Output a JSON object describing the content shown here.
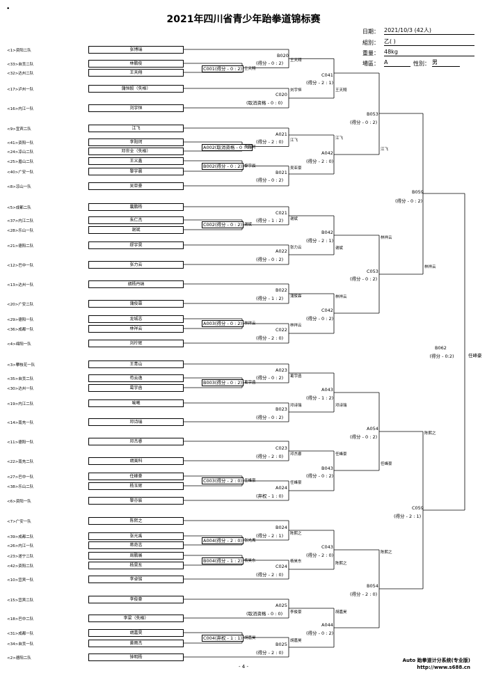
{
  "title": "2021年四川省青少年跆拳道锦标赛",
  "info": {
    "date_label": "日期：",
    "date_value": "2021/10/3 (42人)",
    "group_label": "組別：",
    "group_value": "乙( )",
    "weight_label": "重量：",
    "weight_value": "48kg",
    "court_label": "場區：",
    "court_value": "A",
    "gender_label": "性別：",
    "gender_value": "男"
  },
  "seeds": [
    {
      "seed": "<1>资阳二队",
      "name": "张博瑞"
    },
    {
      "seed": "<33>自贡二队",
      "name": "林鹏俊"
    },
    {
      "seed": "<32>达州二队",
      "name": "王天翔"
    },
    {
      "seed": "<17>泸州一队",
      "name": "蒲恒毅（失格）"
    },
    {
      "seed": "<16>内江一队",
      "name": "刘宇恒"
    },
    {
      "seed": "<9>宜宾二队",
      "name": "江飞"
    },
    {
      "seed": "<41>资阳一队",
      "name": "李阳珂"
    },
    {
      "seed": "<24>凉山二队",
      "name": "邓世全（失格）"
    },
    {
      "seed": "<25>眉山二队",
      "name": "王义鑫"
    },
    {
      "seed": "<40>广安一队",
      "name": "黎宇晨"
    },
    {
      "seed": "<8>凉山一队",
      "name": "吴亚豪"
    },
    {
      "seed": "<5>成都二队",
      "name": "曩鹏杨"
    },
    {
      "seed": "<37>内江二队",
      "name": "朱仁杰"
    },
    {
      "seed": "<28>乐山一队",
      "name": "谢斌"
    },
    {
      "seed": "<21>德阳二队",
      "name": "缪宇昊"
    },
    {
      "seed": "<12>巴中一队",
      "name": "张力云"
    },
    {
      "seed": "<13>达州一队",
      "name": "胡杨丹纳"
    },
    {
      "seed": "<20>广安二队",
      "name": "蒲俊霖"
    },
    {
      "seed": "<29>德阳一队",
      "name": "龙城志"
    },
    {
      "seed": "<36>成都一队",
      "name": "林祥云"
    },
    {
      "seed": "<4>绵阳一队",
      "name": "刘柠辉"
    },
    {
      "seed": "<3>攀枝花一队",
      "name": "王青山"
    },
    {
      "seed": "<35>自贡二队",
      "name": "苟云逸"
    },
    {
      "seed": "<30>达州一队",
      "name": "葛宇函"
    },
    {
      "seed": "<19>内江二队",
      "name": "喻曦"
    },
    {
      "seed": "<14>南充一队",
      "name": "邓诗瑞"
    },
    {
      "seed": "<11>德阳一队",
      "name": "邓杰睿"
    },
    {
      "seed": "<22>南充二队",
      "name": "胡寅科"
    },
    {
      "seed": "<27>巴中一队",
      "name": "任峰豪"
    },
    {
      "seed": "<38>乐山二队",
      "name": "杨玉辉"
    },
    {
      "seed": "<6>资阳一队",
      "name": "黎亦宸"
    },
    {
      "seed": "<7>广安一队",
      "name": "陈熙之"
    },
    {
      "seed": "<39>成都二队",
      "name": "张光禹"
    },
    {
      "seed": "<26>内江一队",
      "name": "蒋奇志"
    },
    {
      "seed": "<23>遂宁二队",
      "name": "周鹏展"
    },
    {
      "seed": "<42>资阳二队",
      "name": "杨昊东"
    },
    {
      "seed": "<10>宜宾一队",
      "name": "李卓铭"
    },
    {
      "seed": "<15>宜宾二队",
      "name": "李俊豪"
    },
    {
      "seed": "<18>巴中二队",
      "name": "李梁（失格）"
    },
    {
      "seed": "<31>成都一队",
      "name": "胡嘉昊"
    },
    {
      "seed": "<34>自贡一队",
      "name": "黄雨杰"
    },
    {
      "seed": "<2>德阳二队",
      "name": "钟明杨"
    }
  ],
  "matches": {
    "C001": {
      "code": "C001",
      "score": "(得分 - 0 : 2)",
      "winner": "王天翔"
    },
    "B020": {
      "code": "B020",
      "score": "(得分 - 0 : 2)",
      "winner": "王天翔"
    },
    "C020": {
      "code": "C020",
      "score": "(取消资格 - 0 : 0)",
      "winner": "刘宇恒"
    },
    "C041": {
      "code": "C041",
      "score": "(得分 - 2 : 1)",
      "winner": "王天翔"
    },
    "A021": {
      "code": "A021",
      "score": "(得分 - 2 : 0)",
      "winner": "江飞"
    },
    "A002": {
      "code": "A002",
      "score": "(取消资格 - 0 : 0)",
      "winner": "李阳珂"
    },
    "B002": {
      "code": "B002",
      "score": "(得分 - 0 : 2)",
      "winner": "黎宇晨"
    },
    "B021": {
      "code": "B021",
      "score": "(得分 - 0 : 2)",
      "winner": "吴亚豪"
    },
    "A042": {
      "code": "A042",
      "score": "(得分 - 2 : 0)",
      "winner": "江飞"
    },
    "B053": {
      "code": "B053",
      "score": "(得分 - 0 : 2)",
      "winner": "江飞"
    },
    "C002": {
      "code": "C002",
      "score": "(得分 - 0 : 2)",
      "winner": "谢斌"
    },
    "C021": {
      "code": "C021",
      "score": "(得分 - 1 : 2)",
      "winner": "谢斌"
    },
    "A022": {
      "code": "A022",
      "score": "(得分 - 0 : 2)",
      "winner": "张力云"
    },
    "B042": {
      "code": "B042",
      "score": "(得分 - 2 : 1)",
      "winner": "谢斌"
    },
    "B022": {
      "code": "B022",
      "score": "(得分 - 1 : 2)",
      "winner": "蒲俊霖"
    },
    "A003": {
      "code": "A003",
      "score": "(得分 - 0 : 2)",
      "winner": "林祥云"
    },
    "C022": {
      "code": "C022",
      "score": "(得分 - 2 : 0)",
      "winner": "林祥云"
    },
    "C042": {
      "code": "C042",
      "score": "(得分 - 0 : 2)",
      "winner": "林祥云"
    },
    "C053": {
      "code": "C053",
      "score": "(得分 - 0 : 2)",
      "winner": "林祥云"
    },
    "B059": {
      "code": "B059",
      "score": "(得分 - 0 : 2)",
      "winner": "林祥云"
    },
    "A023": {
      "code": "A023",
      "score": "(得分 - 0 : 2)",
      "winner": "葛宇函"
    },
    "B003": {
      "code": "B003",
      "score": "(得分 - 0 : 2)",
      "winner": "葛宇函"
    },
    "B023": {
      "code": "B023",
      "score": "(得分 - 0 : 2)",
      "winner": "邓诗瑞"
    },
    "A043": {
      "code": "A043",
      "score": "(得分 - 1 : 2)",
      "winner": "邓诗瑞"
    },
    "C023": {
      "code": "C023",
      "score": "(得分 - 2 : 0)",
      "winner": "邓杰睿"
    },
    "C003": {
      "code": "C003",
      "score": "(得分 - 2 : 0)",
      "winner": "任峰豪"
    },
    "A024": {
      "code": "A024",
      "score": "(弃权 - 1 : 0)",
      "winner": "任峰豪"
    },
    "B043": {
      "code": "B043",
      "score": "(得分 - 0 : 2)",
      "winner": "任峰豪"
    },
    "A054": {
      "code": "A054",
      "score": "(得分 - 0 : 2)",
      "winner": "任峰豪"
    },
    "B062": {
      "code": "B062",
      "score": "(得分 - 0:2)",
      "winner": "任峰豪"
    },
    "B024": {
      "code": "B024",
      "score": "(得分 - 2 : 1)",
      "winner": "陈熙之"
    },
    "A004": {
      "code": "A004",
      "score": "(得分 - 2 : 0)",
      "winner": "张光禹"
    },
    "B004": {
      "code": "B004",
      "score": "(得分 - 1 : 2)",
      "winner": "杨昊东"
    },
    "C024": {
      "code": "C024",
      "score": "(得分 - 2 : 0)",
      "winner": "杨昊东"
    },
    "C043": {
      "code": "C043",
      "score": "(得分 - 2 : 0)",
      "winner": "陈熙之"
    },
    "A025": {
      "code": "A025",
      "score": "(取消资格 - 0 : 0)",
      "winner": "李俊豪"
    },
    "C004": {
      "code": "C004",
      "score": "(弃权 - 1 : 1)",
      "winner": "胡嘉昊"
    },
    "B025": {
      "code": "B025",
      "score": "(得分 - 2 : 0)",
      "winner": "胡嘉昊"
    },
    "A044": {
      "code": "A044",
      "score": "(得分 - 0 : 2)",
      "winner": "胡嘉昊"
    },
    "B054": {
      "code": "B054",
      "score": "(得分 - 2 : 0)",
      "winner": "陈熙之"
    },
    "C059": {
      "code": "C059",
      "score": "(得分 - 2 : 1)",
      "winner": "陈熙之"
    }
  },
  "footer": {
    "page": "- 4 -",
    "brand": "Auto 跆拳道计分系统(专业版)",
    "url": "http://www.s688.cn"
  }
}
